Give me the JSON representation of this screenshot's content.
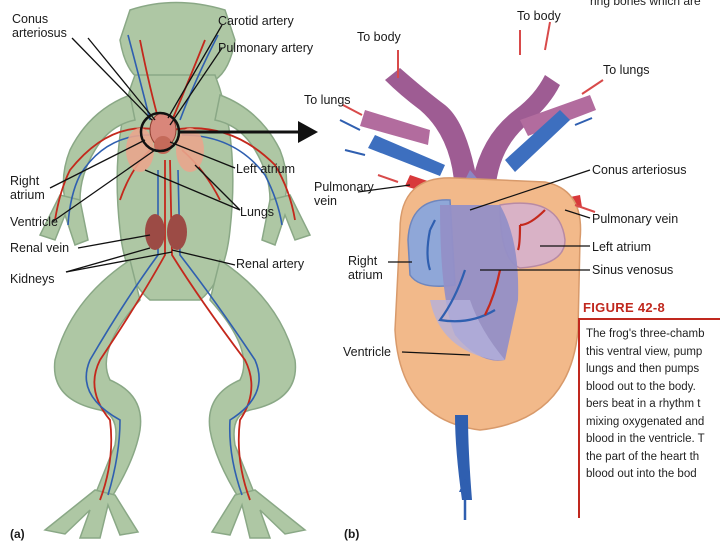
{
  "panel_a": {
    "tag": "(a)",
    "labels": {
      "conus_arteriosus": "Conus\narteriosus",
      "carotid_artery": "Carotid artery",
      "pulmonary_artery": "Pulmonary artery",
      "right_atrium": "Right\natrium",
      "left_atrium": "Left atrium",
      "ventricle": "Ventricle",
      "lungs": "Lungs",
      "renal_vein": "Renal vein",
      "renal_artery": "Renal artery",
      "kidneys": "Kidneys"
    }
  },
  "panel_b": {
    "tag": "(b)",
    "labels": {
      "to_body_left": "To body",
      "to_body_right": "To body",
      "to_lungs_left": "To lungs",
      "to_lungs_right": "To lungs",
      "conus_arteriosus": "Conus arteriosus",
      "pulmonary_vein_left": "Pulmonary\nvein",
      "pulmonary_vein_right": "Pulmonary vein",
      "left_atrium": "Left atrium",
      "right_atrium": "Right\natrium",
      "sinus_venosus": "Sinus venosus",
      "ventricle": "Ventricle"
    }
  },
  "figure": {
    "title": "FIGURE 42-8",
    "top_cut_text": "ring bones which are",
    "caption_lines": [
      "The frog's three-chamb",
      "this ventral view, pump",
      "lungs and then pumps",
      "blood out to the body.",
      "bers beat in a rhythm t",
      "mixing oxygenated and",
      "blood in the ventricle. T",
      "the part of the heart th",
      "blood out into the bod"
    ]
  },
  "colors": {
    "frog_skin": "#a9c3a0",
    "artery": "#c4281c",
    "vein": "#2f5fb0",
    "heart_outer": "#f2b98a",
    "ventricle_inner": "#8b86c3",
    "accent_red": "#c0281e"
  }
}
